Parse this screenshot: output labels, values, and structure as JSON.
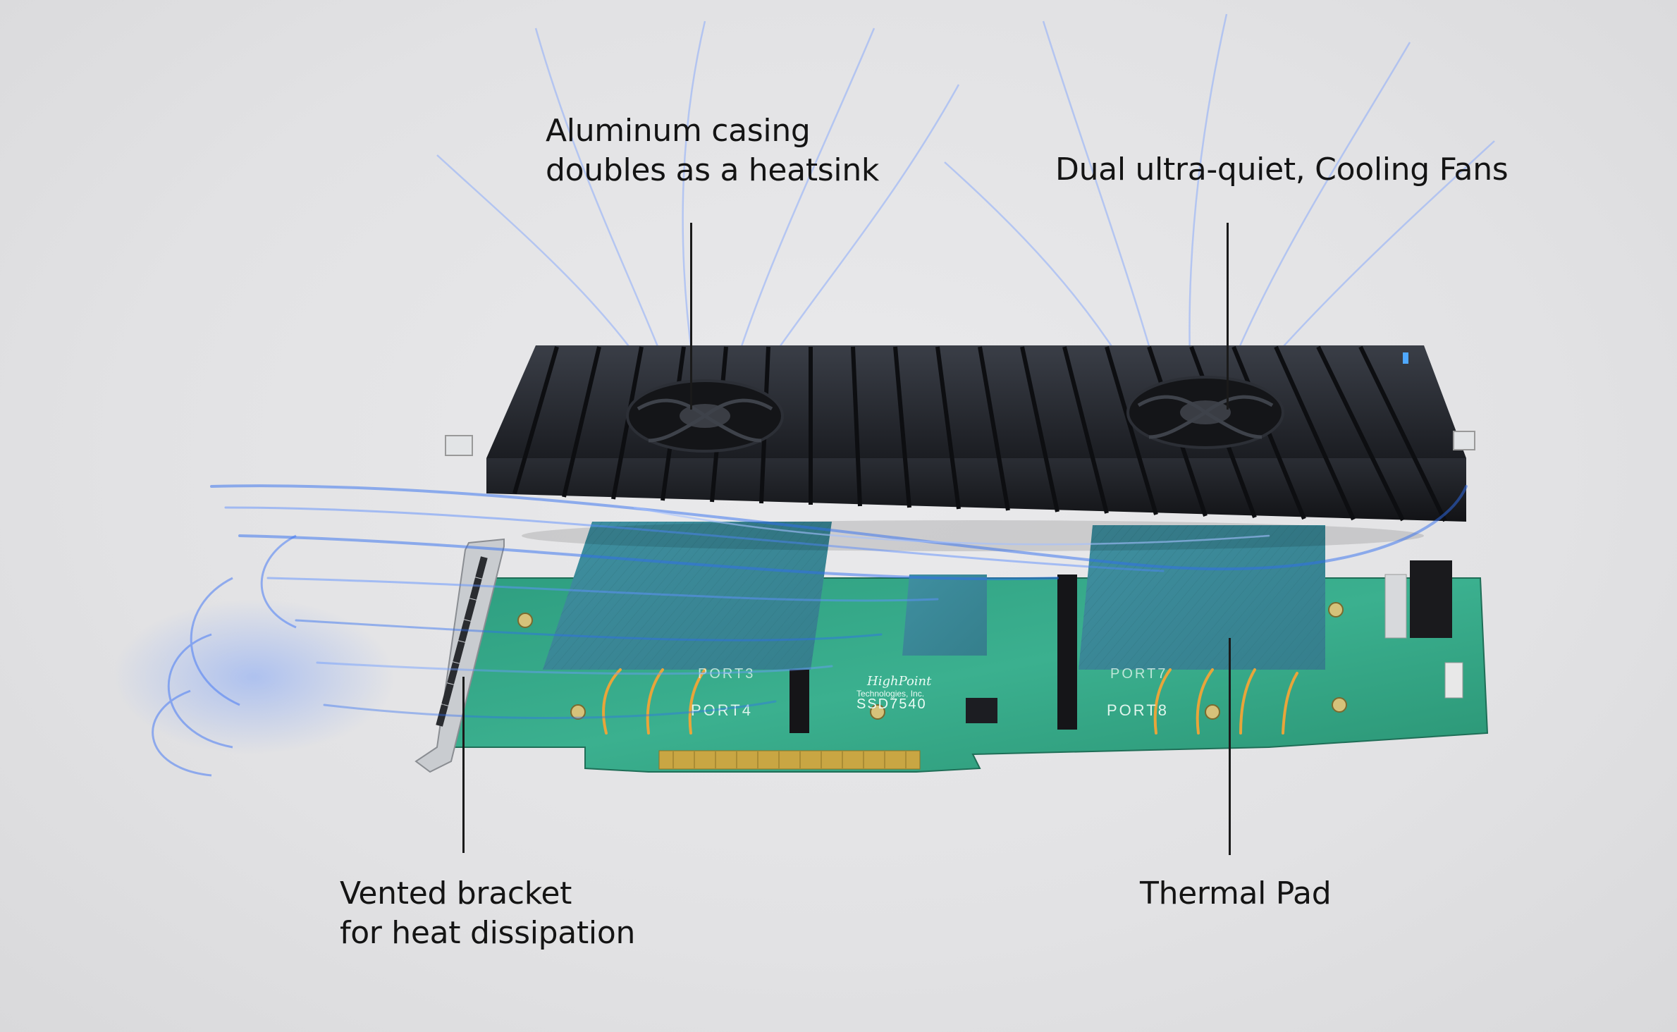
{
  "callouts": {
    "aluminum_casing": {
      "line1": "Aluminum casing",
      "line2": "doubles as a heatsink"
    },
    "cooling_fans": {
      "line1": "Dual ultra-quiet, Cooling Fans"
    },
    "vented_bracket": {
      "line1": "Vented bracket",
      "line2": "for heat dissipation"
    },
    "thermal_pad": {
      "line1": "Thermal Pad"
    }
  },
  "board": {
    "brand": "HighPoint",
    "company": "Technologies, Inc.",
    "model": "SSD7540",
    "ports": [
      "PORT3",
      "PORT4",
      "PORT7",
      "PORT8"
    ]
  },
  "colors": {
    "background": "#e4e4e6",
    "heatsink": "#1f2229",
    "pcb": "#3aa58a",
    "thermal_pad": "#3f8f9a",
    "airflow": "#2f6df0",
    "heat_arrows": "#e8a53a",
    "text": "#141414"
  }
}
